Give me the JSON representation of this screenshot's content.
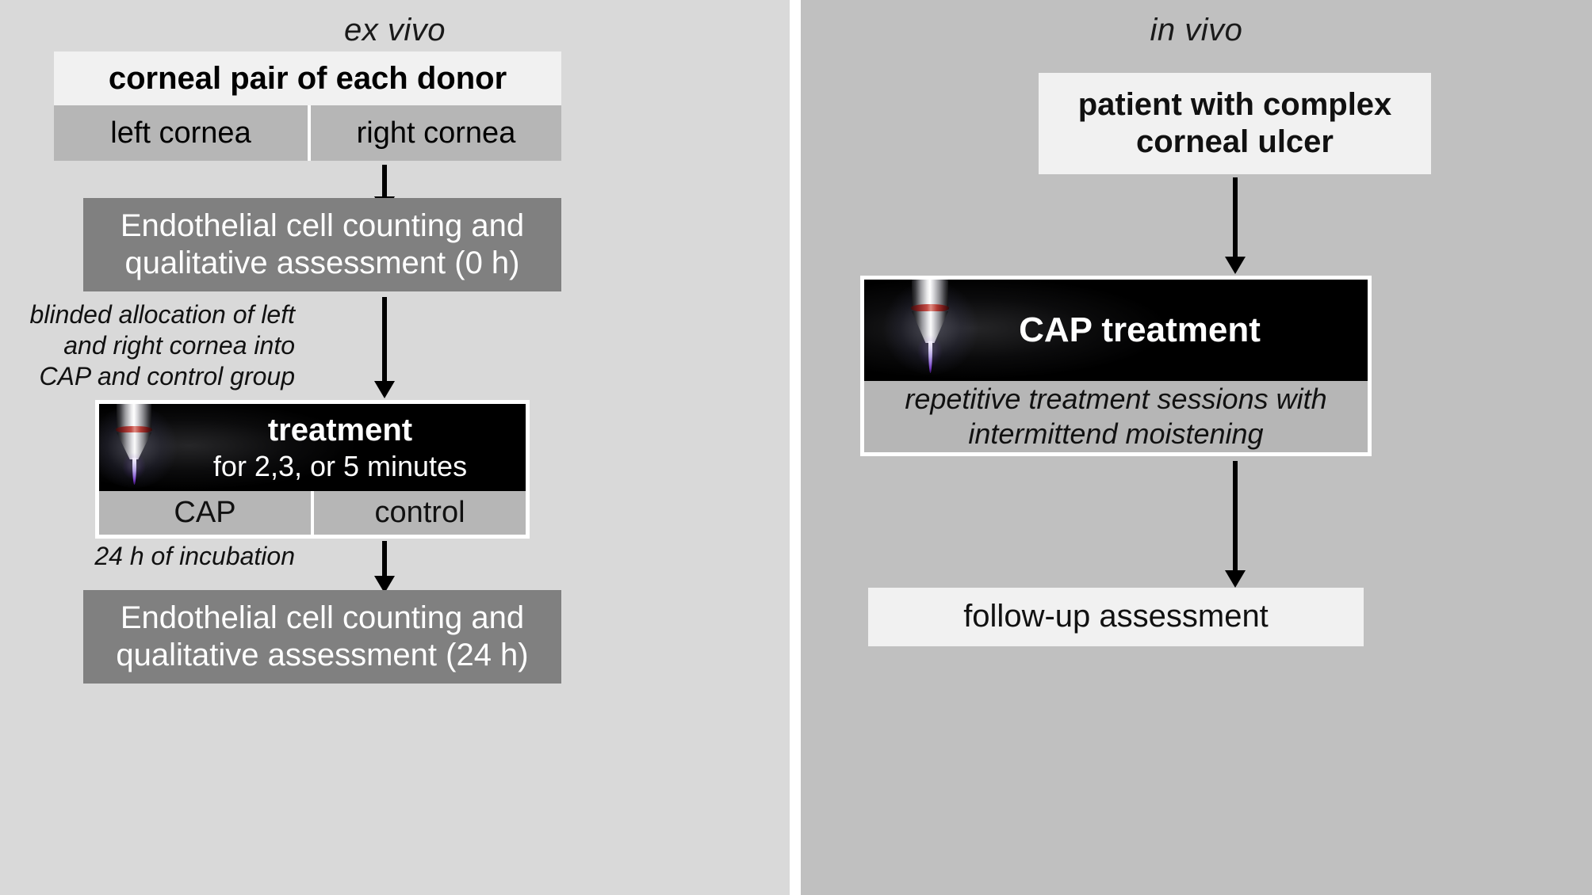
{
  "diagram": {
    "title_left": "ex vivo",
    "title_right": "in vivo"
  },
  "ex_vivo": {
    "donor_box": {
      "header": "corneal pair of each donor",
      "left_cell": "left cornea",
      "right_cell": "right cornea"
    },
    "assessment_0h": "Endothelial cell counting and\nqualitative assessment (0 h)",
    "arrow_note_allocation": "blinded allocation of left\nand right cornea into\nCAP and control group",
    "treatment_box": {
      "label_line1": "treatment",
      "label_line2": "for 2,3, or 5 minutes",
      "left_cell": "CAP",
      "right_cell": "control",
      "icon": "plasma-jet-icon"
    },
    "arrow_note_incubation": "24 h of incubation",
    "assessment_24h": "Endothelial cell counting and\nqualitative assessment (24 h)"
  },
  "in_vivo": {
    "patient_box": "patient with complex\ncorneal ulcer",
    "cap_box": {
      "label": "CAP treatment",
      "subtitle": "repetitive treatment sessions with\nintermittend moistening",
      "icon": "plasma-jet-icon"
    },
    "followup_box": "follow-up assessment"
  },
  "colors": {
    "panel_left_bg": "#d9d9d9",
    "panel_right_bg": "#c0c0c0",
    "box_light": "#f1f1f1",
    "box_mid": "#b6b6b6",
    "box_dark": "#808080",
    "plasma_bg": "#000000",
    "plasma_beam": "#8a4fd0",
    "jet_ring": "#b03a33",
    "arrow": "#000000",
    "divider": "#ffffff"
  }
}
